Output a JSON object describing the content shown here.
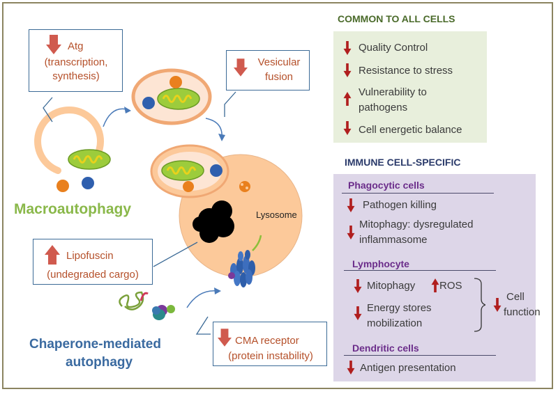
{
  "left": {
    "atg_box": {
      "line1": "Atg",
      "line2": "(transcription,",
      "line3": "synthesis)"
    },
    "vesicular_box": {
      "line1": "Vesicular",
      "line2": "fusion"
    },
    "lipofuscin_box": {
      "line1": "Lipofuscin",
      "line2": "(undegraded cargo)"
    },
    "cma_box": {
      "line1": "CMA receptor",
      "line2": "(protein instability)"
    },
    "lysosome_label": "Lysosome",
    "macro_label": "Macroautophagy",
    "cma_label_line1": "Chaperone-mediated",
    "cma_label_line2": "autophagy"
  },
  "common": {
    "title": "COMMON TO ALL CELLS",
    "items": [
      {
        "text": "Quality Control",
        "dir": "down"
      },
      {
        "text": "Resistance to stress",
        "dir": "down"
      },
      {
        "text": "Vulnerability to",
        "text2": "pathogens",
        "dir": "up"
      },
      {
        "text": "Cell energetic balance",
        "dir": "down"
      }
    ]
  },
  "immune": {
    "title": "IMMUNE CELL-SPECIFIC",
    "phago_title": "Phagocytic cells",
    "phago_items": [
      {
        "text": "Pathogen killing",
        "dir": "down"
      },
      {
        "text": "Mitophagy: dysregulated",
        "text2": "inflammasome",
        "dir": "down"
      }
    ],
    "lympho_title": "Lymphocyte",
    "lympho_mitophagy": "Mitophagy",
    "lympho_ros": "ROS",
    "lympho_energy1": "Energy  stores",
    "lympho_energy2": "mobilization",
    "cell_function1": "Cell",
    "cell_function2": "function",
    "dendritic_title": "Dendritic cells",
    "dendritic_item": "Antigen presentation"
  },
  "colors": {
    "red_arrow": "#b01e1e",
    "box_arrow": "#d05a4e",
    "green_title": "#8ab84a",
    "blue_title": "#3a6aa0",
    "lysosome": "#fcc99a",
    "common_bg": "#e8efdc",
    "immune_bg": "#ddd6e8"
  }
}
